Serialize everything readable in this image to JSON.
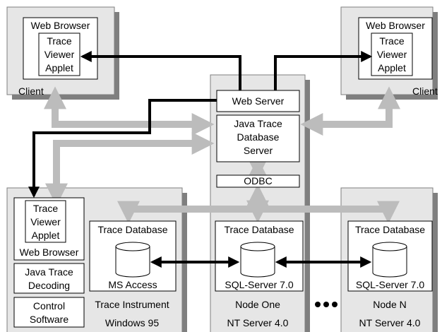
{
  "client_left": {
    "browser_label": "Web Browser",
    "applet_lines": [
      "Trace",
      "Viewer",
      "Applet"
    ],
    "client_label": "Client"
  },
  "client_right": {
    "browser_label": "Web Browser",
    "applet_lines": [
      "Trace",
      "Viewer",
      "Applet"
    ],
    "client_label": "Client"
  },
  "server": {
    "web_server_label": "Web Server",
    "java_server_lines": [
      "Java Trace",
      "Database",
      "Server"
    ],
    "odbc_label": "ODBC",
    "db_title": "Trace Database",
    "db_engine": "SQL-Server 7.0",
    "node_label": "Node One",
    "os_label": "NT Server 4.0"
  },
  "instrument": {
    "applet_lines": [
      "Trace",
      "Viewer",
      "Applet"
    ],
    "browser_label": "Web Browser",
    "decoding_lines": [
      "Java Trace",
      "Decoding"
    ],
    "control_lines": [
      "Control",
      "Software"
    ],
    "db_title": "Trace Database",
    "db_engine": "MS Access",
    "node_label": "Trace Instrument",
    "os_label": "Windows 95"
  },
  "node_n": {
    "db_title": "Trace Database",
    "db_engine": "SQL-Server 7.0",
    "node_label": "Node N",
    "os_label": "NT Server 4.0"
  },
  "colors": {
    "panel_fill": "#e6e6e6",
    "panel_shadow": "#7f7f7f",
    "gray_arrow": "#bcbcbc",
    "black_arrow": "#000000"
  }
}
